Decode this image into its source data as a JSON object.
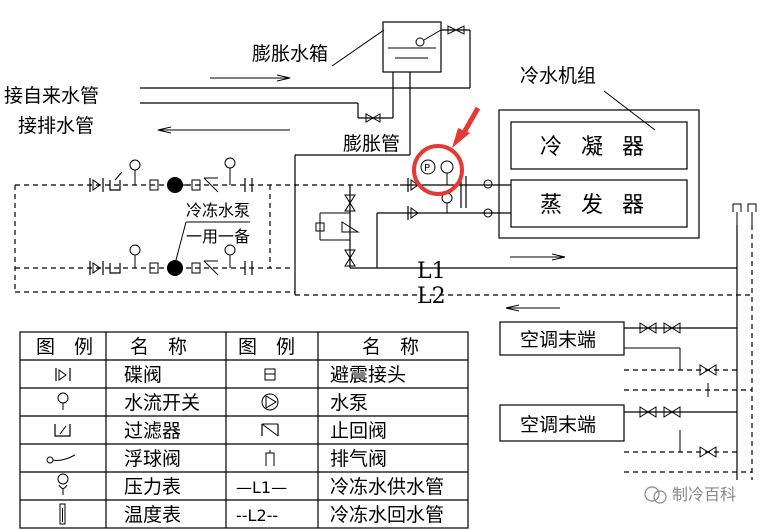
{
  "labels": {
    "expansion_tank": "膨胀水箱",
    "water_supply_in": "接自来水管",
    "drain_pipe": "接排水管",
    "expansion_pipe": "膨胀管",
    "chiller_unit": "冷水机组",
    "condenser": "冷 凝 器",
    "evaporator": "蒸 发 器",
    "chilled_pump": "冷冻水泵",
    "pump_note": "一用一备",
    "l1": "L1",
    "l2": "L2",
    "terminal_1": "空调末端",
    "terminal_2": "空调末端"
  },
  "legend": {
    "headers": [
      "图　例",
      "名　称",
      "图　例",
      "名　称"
    ],
    "rows": [
      {
        "sym_left": "butterfly-valve",
        "name_left": "碟阀",
        "sym_right": "anti-vibration-joint",
        "name_right": "避震接头"
      },
      {
        "sym_left": "flow-switch",
        "name_left": "水流开关",
        "sym_right": "water-pump",
        "name_right": "水泵"
      },
      {
        "sym_left": "strainer",
        "name_left": "过滤器",
        "sym_right": "check-valve",
        "name_right": "止回阀"
      },
      {
        "sym_left": "float-valve",
        "name_left": "浮球阀",
        "sym_right": "air-vent-valve",
        "name_right": "排气阀"
      },
      {
        "sym_left": "pressure-gauge",
        "name_left": "压力表",
        "sym_right_text": "—L1—",
        "name_right": "冷冻水供水管"
      },
      {
        "sym_left": "thermometer",
        "name_left": "温度表",
        "sym_right_text": "--L2--",
        "name_right": "冷冻水回水管"
      }
    ]
  },
  "watermark": "制冷百科",
  "colors": {
    "highlight": "#e53935",
    "line": "#000000"
  }
}
